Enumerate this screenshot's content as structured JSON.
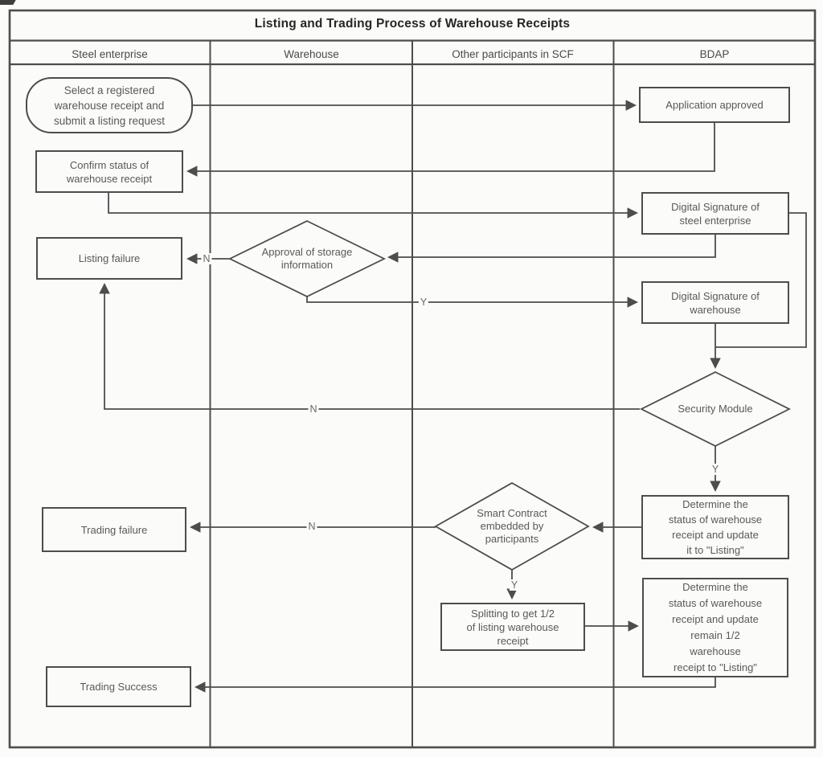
{
  "title": "Listing and Trading Process of Warehouse Receipts",
  "lanes": [
    {
      "label": "Steel enterprise"
    },
    {
      "label": "Warehouse"
    },
    {
      "label": "Other participants in SCF"
    },
    {
      "label": "BDAP"
    }
  ],
  "nodes": {
    "start": {
      "label": "Select a registered\nwarehouse receipt and\nsubmit a listing request",
      "shape": "rounded",
      "lane": "Steel enterprise"
    },
    "confirm_status": {
      "label": "Confirm status of\nwarehouse receipt",
      "shape": "rect",
      "lane": "Steel enterprise"
    },
    "listing_failure": {
      "label": "Listing failure",
      "shape": "rect",
      "lane": "Steel enterprise"
    },
    "trading_failure": {
      "label": "Trading failure",
      "shape": "rect",
      "lane": "Steel enterprise"
    },
    "trading_success": {
      "label": "Trading Success",
      "shape": "rect",
      "lane": "Steel enterprise"
    },
    "approval_storage": {
      "label": "Approval of storage\ninformation",
      "shape": "diamond",
      "lane": "Warehouse"
    },
    "smart_contract": {
      "label": "Smart Contract\nembedded by\nparticipants",
      "shape": "diamond",
      "lane": "Other participants in SCF"
    },
    "splitting": {
      "label": "Splitting to get 1/2\nof listing warehouse\nreceipt",
      "shape": "rect",
      "lane": "Other participants in SCF"
    },
    "application_approved": {
      "label": "Application approved",
      "shape": "rect",
      "lane": "BDAP"
    },
    "ds_steel": {
      "label": "Digital Signature of\nsteel enterprise",
      "shape": "rect",
      "lane": "BDAP"
    },
    "ds_warehouse": {
      "label": "Digital Signature of\nwarehouse",
      "shape": "rect",
      "lane": "BDAP"
    },
    "security_module": {
      "label": "Security Module",
      "shape": "diamond",
      "lane": "BDAP"
    },
    "determine_listing": {
      "label": "Determine the\nstatus of warehouse\nreceipt and update\nit to \"Listing\"",
      "shape": "rect",
      "lane": "BDAP"
    },
    "determine_remain": {
      "label": "Determine the\nstatus of warehouse\nreceipt and update\nremain 1/2\nwarehouse\nreceipt to \"Listing\"",
      "shape": "rect",
      "lane": "BDAP"
    }
  },
  "edge_labels": {
    "yes": "Y",
    "no": "N"
  },
  "colors": {
    "line": "#4d4d4d",
    "text": "#595959",
    "title": "#262626",
    "background": "#fbfbf9"
  }
}
